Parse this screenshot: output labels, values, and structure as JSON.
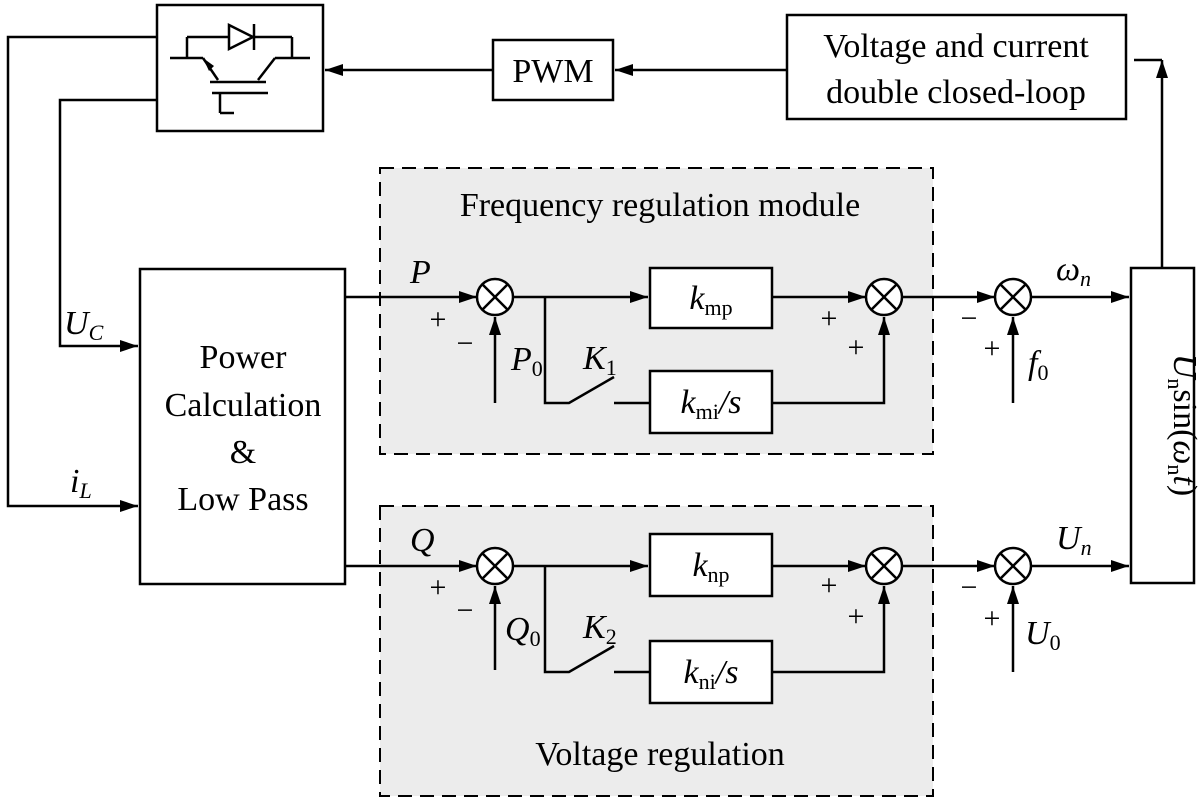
{
  "blocks": {
    "pwm": "PWM",
    "vc_loop_line1": "Voltage and current",
    "vc_loop_line2": "double closed-loop",
    "power_calc_line1": "Power",
    "power_calc_line2": "Calculation",
    "power_calc_line3": "&",
    "power_calc_line4": "Low Pass",
    "kmp": {
      "k": "k",
      "sub": "mp"
    },
    "kmi": {
      "k": "k",
      "sub": "mi",
      "tail": "/s"
    },
    "knp": {
      "k": "k",
      "sub": "np"
    },
    "kni": {
      "k": "k",
      "sub": "ni",
      "tail": "/s"
    },
    "output": {
      "u": "U",
      "sub1": "n",
      "mid": "sin(",
      "omega": "ω",
      "sub2": "n",
      "t": "t",
      "close": ")"
    }
  },
  "regions": {
    "frequency": "Frequency regulation module",
    "voltage": "Voltage regulation"
  },
  "signals": {
    "uc": {
      "main": "U",
      "sub": "C"
    },
    "il": {
      "main": "i",
      "sub": "L"
    },
    "p": "P",
    "q": "Q",
    "p0": {
      "main": "P",
      "sub": "0"
    },
    "q0": {
      "main": "Q",
      "sub": "0"
    },
    "k1": {
      "main": "K",
      "sub": "1"
    },
    "k2": {
      "main": "K",
      "sub": "2"
    },
    "omega_n": {
      "main": "ω",
      "sub": "n"
    },
    "u_n": {
      "main": "U",
      "sub": "n"
    },
    "f0": {
      "main": "f",
      "sub": "0"
    },
    "u0": {
      "main": "U",
      "sub": "0"
    }
  },
  "signs": {
    "plus": "+",
    "minus": "−"
  }
}
